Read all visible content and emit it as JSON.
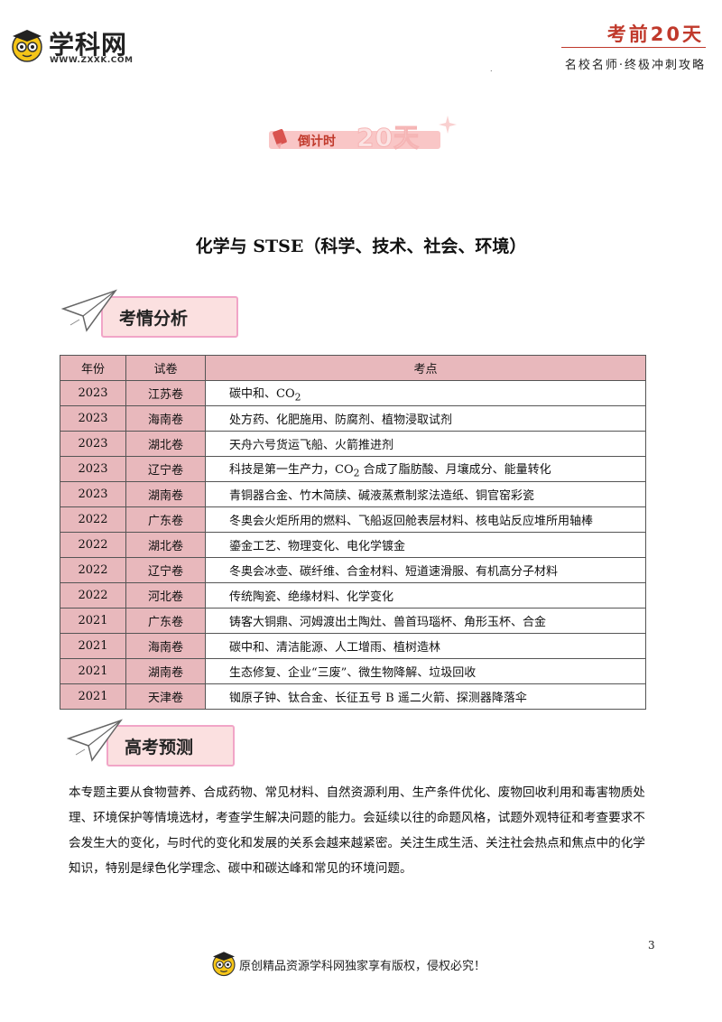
{
  "header": {
    "logo_text": "学科网",
    "logo_url": "WWW.ZXXK.COM",
    "title": "考前20天",
    "subtitle": "名校名师·终极冲刺攻略",
    "dot": "."
  },
  "countdown": {
    "label": "倒计时",
    "big": "20天"
  },
  "page_title": "化学与 STSE（科学、技术、社会、环境）",
  "section1": {
    "label": "考情分析"
  },
  "table": {
    "headers": {
      "year": "年份",
      "paper": "试卷",
      "points": "考点"
    },
    "rows": [
      {
        "year": "2023",
        "paper": "江苏卷",
        "points": "碳中和、CO",
        "sub": "2"
      },
      {
        "year": "2023",
        "paper": "海南卷",
        "points": "处方药、化肥施用、防腐剂、植物浸取试剂"
      },
      {
        "year": "2023",
        "paper": "湖北卷",
        "points": "天舟六号货运飞船、火箭推进剂"
      },
      {
        "year": "2023",
        "paper": "辽宁卷",
        "points_a": "科技是第一生产力，CO",
        "sub": "2",
        "points_b": "合成了脂肪酸、月壤成分、能量转化"
      },
      {
        "year": "2023",
        "paper": "湖南卷",
        "points": "青铜器合金、竹木简牍、碱液蒸煮制浆法造纸、铜官窑彩瓷"
      },
      {
        "year": "2022",
        "paper": "广东卷",
        "points": "冬奥会火炬所用的燃料、飞船返回舱表层材料、核电站反应堆所用轴棒"
      },
      {
        "year": "2022",
        "paper": "湖北卷",
        "points": "鎏金工艺、物理变化、电化学镀金"
      },
      {
        "year": "2022",
        "paper": "辽宁卷",
        "points": "冬奥会冰壶、碳纤维、合金材料、短道速滑服、有机高分子材料"
      },
      {
        "year": "2022",
        "paper": "河北卷",
        "points": "传统陶瓷、绝缘材料、化学变化"
      },
      {
        "year": "2021",
        "paper": "广东卷",
        "points": "铸客大铜鼎、河姆渡出土陶灶、兽首玛瑙杯、角形玉杯、合金"
      },
      {
        "year": "2021",
        "paper": "海南卷",
        "points": "碳中和、清洁能源、人工增雨、植树造林"
      },
      {
        "year": "2021",
        "paper": "湖南卷",
        "points": "生态修复、企业“三废”、微生物降解、垃圾回收"
      },
      {
        "year": "2021",
        "paper": "天津卷",
        "points": "铷原子钟、钛合金、长征五号 B 遥二火箭、探测器降落伞"
      }
    ]
  },
  "section2": {
    "label": "高考预测"
  },
  "paragraph": "本专题主要从食物营养、合成药物、常见材料、自然资源利用、生产条件优化、废物回收利用和毒害物质处理、环境保护等情境选材，考查学生解决问题的能力。会延续以往的命题风格，试题外观特征和考查要求不会发生大的变化，与时代的变化和发展的关系会越来越紧密。关注生成生活、关注社会热点和焦点中的化学知识，特别是绿色化学理念、碳中和碳达峰和常见的环境问题。",
  "page_number": "3",
  "footer": {
    "text": "原创精品资源学科网独家享有版权，侵权必究！"
  },
  "colors": {
    "accent": "#c0392b",
    "table_fill": "#e8b8bc",
    "section_fill": "#fbe0e0"
  }
}
